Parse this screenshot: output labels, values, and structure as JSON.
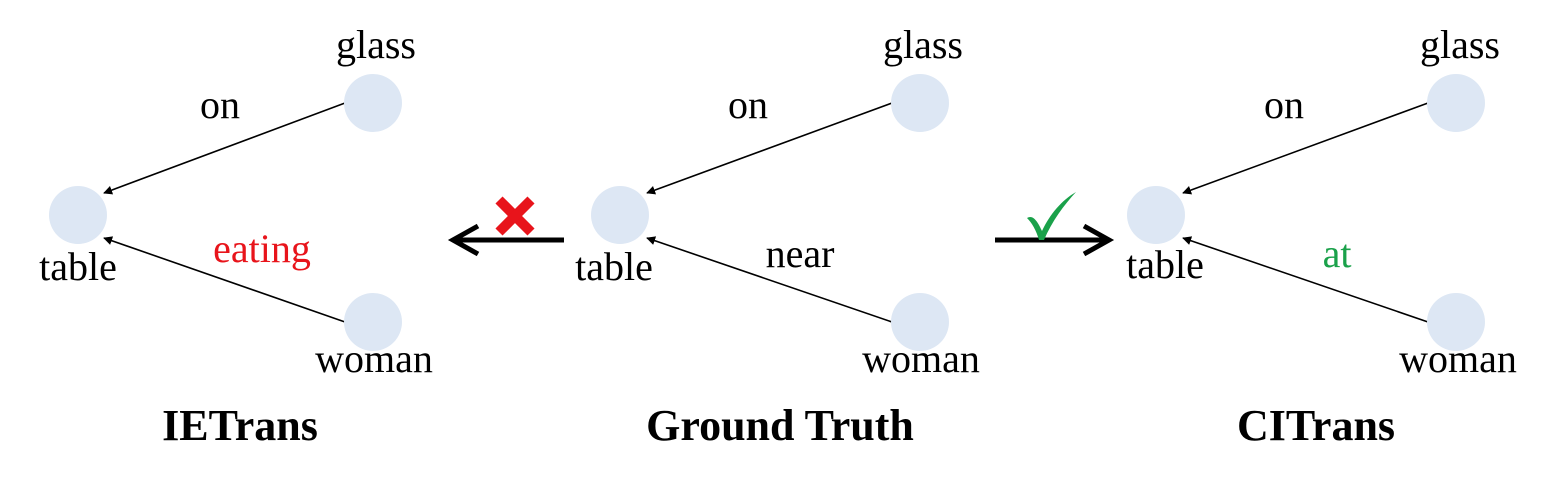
{
  "colors": {
    "node_fill": "#dde7f4",
    "edge": "#000000",
    "wrong": "#e8141b",
    "right": "#1aa14a",
    "text": "#000000"
  },
  "panels": [
    {
      "title": "IETrans",
      "nodes": {
        "glass": "glass",
        "table": "table",
        "woman": "woman"
      },
      "edges": {
        "on": "on",
        "second": "eating"
      },
      "second_edge_color": "wrong"
    },
    {
      "title": "Ground Truth",
      "nodes": {
        "glass": "glass",
        "table": "table",
        "woman": "woman"
      },
      "edges": {
        "on": "on",
        "second": "near"
      },
      "second_edge_color": "text"
    },
    {
      "title": "CITrans",
      "nodes": {
        "glass": "glass",
        "table": "table",
        "woman": "woman"
      },
      "edges": {
        "on": "on",
        "second": "at"
      },
      "second_edge_color": "right"
    }
  ],
  "transitions": [
    {
      "direction": "left",
      "mark": "cross-icon",
      "meaning": "wrong"
    },
    {
      "direction": "right",
      "mark": "check-icon",
      "meaning": "right"
    }
  ]
}
